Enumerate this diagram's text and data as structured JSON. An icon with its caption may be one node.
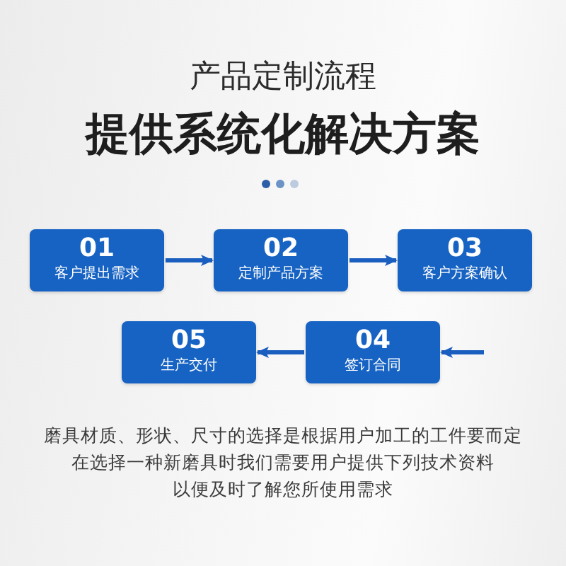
{
  "diagram": {
    "title": "产品定制流程",
    "nodes": [
      {
        "text": [
          "01",
          "客户提出需求"
        ]
      },
      {
        "text": [
          "02",
          "定制产品方案"
        ]
      },
      {
        "text": [
          "03",
          "客户方案确认"
        ]
      },
      {
        "text": [
          "05",
          "生产交付"
        ]
      },
      {
        "text": [
          "04",
          "签订合同"
        ]
      }
    ],
    "edges": [
      {
        "from": 0,
        "to": 1,
        "arrow": "to"
      },
      {
        "from": 1,
        "to": 2,
        "arrow": "to"
      },
      {
        "from": null,
        "to": 4,
        "arrow": "to"
      },
      {
        "from": 4,
        "to": 3,
        "arrow": "to"
      }
    ],
    "labels": [
      "提供系统化解决方案",
      "磨具材质、形状、尺寸的选择是根据用户加工的工件要而定",
      "在选择一种新磨具时我们需要用户提供下列技术资料",
      "以便及时了解您所使用需求"
    ]
  }
}
